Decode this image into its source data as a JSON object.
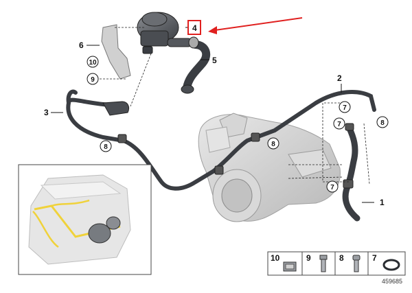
{
  "diagram": {
    "part_labels": [
      "1",
      "2",
      "3",
      "4",
      "5",
      "6"
    ],
    "circled_labels": [
      "7",
      "8",
      "9",
      "10"
    ],
    "legend": [
      {
        "num": "10",
        "icon": "clip-icon"
      },
      {
        "num": "9",
        "icon": "bolt-icon"
      },
      {
        "num": "8",
        "icon": "socket-screw-icon"
      },
      {
        "num": "7",
        "icon": "o-ring-icon"
      }
    ],
    "reference_number": "459685",
    "highlight": {
      "label": "4",
      "color": "#e0201f"
    },
    "colors": {
      "hose": "#3a3d42",
      "part_gray": "#c9c9c9",
      "highlight_yellow": "#f0d23a"
    }
  }
}
